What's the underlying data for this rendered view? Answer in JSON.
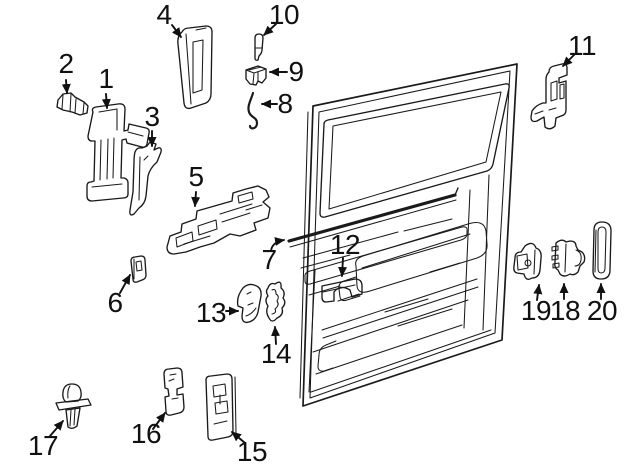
{
  "diagram": {
    "background_color": "#ffffff",
    "line_color": "#1a1a1a",
    "label_color": "#111111"
  },
  "callouts": [
    {
      "label": "1"
    },
    {
      "label": "2"
    },
    {
      "label": "3"
    },
    {
      "label": "4"
    },
    {
      "label": "5"
    },
    {
      "label": "6"
    },
    {
      "label": "7"
    },
    {
      "label": "8"
    },
    {
      "label": "9"
    },
    {
      "label": "10"
    },
    {
      "label": "11"
    },
    {
      "label": "12"
    },
    {
      "label": "13"
    },
    {
      "label": "14"
    },
    {
      "label": "15"
    },
    {
      "label": "16"
    },
    {
      "label": "17"
    },
    {
      "label": "18"
    },
    {
      "label": "19"
    },
    {
      "label": "20"
    }
  ]
}
